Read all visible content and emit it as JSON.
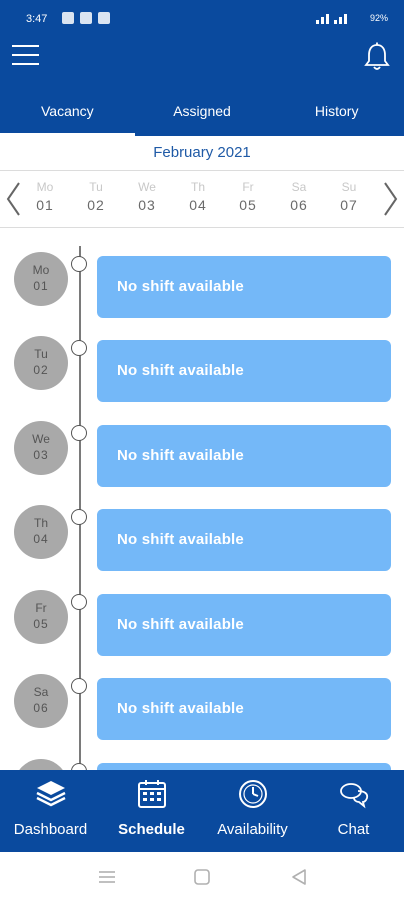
{
  "status_bar": {
    "time": "3:47",
    "battery": "92%"
  },
  "tabs": [
    {
      "label": "Vacancy",
      "active": true
    },
    {
      "label": "Assigned",
      "active": false
    },
    {
      "label": "History",
      "active": false
    }
  ],
  "month_label": "February 2021",
  "week": [
    {
      "name": "Mo",
      "date": "01"
    },
    {
      "name": "Tu",
      "date": "02"
    },
    {
      "name": "We",
      "date": "03"
    },
    {
      "name": "Th",
      "date": "04"
    },
    {
      "name": "Fr",
      "date": "05"
    },
    {
      "name": "Sa",
      "date": "06"
    },
    {
      "name": "Su",
      "date": "07"
    }
  ],
  "schedule": [
    {
      "day": "Mo",
      "date": "01",
      "message": "No shift available"
    },
    {
      "day": "Tu",
      "date": "02",
      "message": "No shift available"
    },
    {
      "day": "We",
      "date": "03",
      "message": "No shift available"
    },
    {
      "day": "Th",
      "date": "04",
      "message": "No shift available"
    },
    {
      "day": "Fr",
      "date": "05",
      "message": "No shift available"
    },
    {
      "day": "Sa",
      "date": "06",
      "message": "No shift available"
    }
  ],
  "bottom_nav": [
    {
      "label": "Dashboard",
      "icon": "layers-icon",
      "active": false
    },
    {
      "label": "Schedule",
      "icon": "calendar-icon",
      "active": true
    },
    {
      "label": "Availability",
      "icon": "clock-icon",
      "active": false
    },
    {
      "label": "Chat",
      "icon": "chat-bubbles-icon",
      "active": false
    }
  ],
  "colors": {
    "primary": "#0a4a9e",
    "card": "#74b8f8",
    "date_circle": "#a9a9a9"
  }
}
